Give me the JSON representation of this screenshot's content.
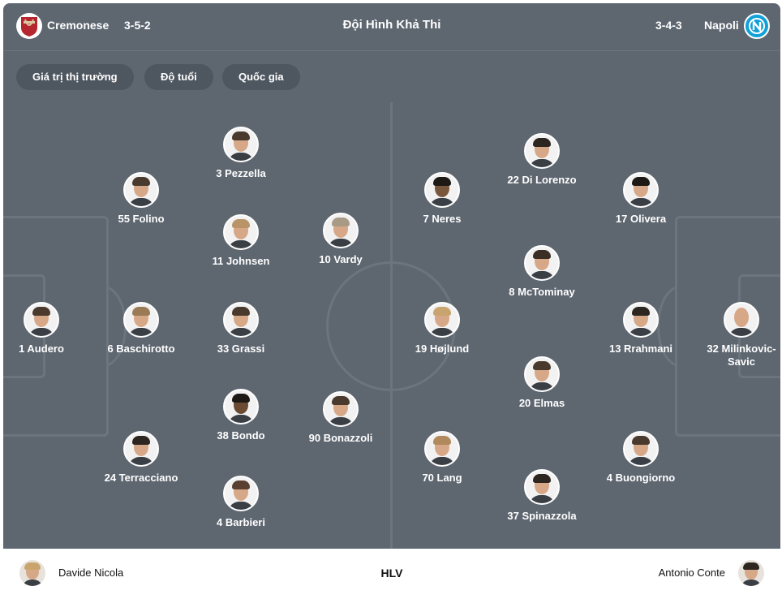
{
  "header": {
    "home_team": "Cremonese",
    "home_formation": "3-5-2",
    "title": "Đội Hình Khả Thi",
    "away_formation": "3-4-3",
    "away_team": "Napoli"
  },
  "filters": [
    "Giá trị thị trường",
    "Độ tuổi",
    "Quốc gia"
  ],
  "home_players": [
    {
      "label": "1 Audero"
    },
    {
      "label": "6 Baschirotto"
    },
    {
      "label": "55 Folino"
    },
    {
      "label": "24 Terracciano"
    },
    {
      "label": "3 Pezzella"
    },
    {
      "label": "11 Johnsen"
    },
    {
      "label": "33 Grassi"
    },
    {
      "label": "38 Bondo"
    },
    {
      "label": "4 Barbieri"
    },
    {
      "label": "10 Vardy"
    },
    {
      "label": "90 Bonazzoli"
    }
  ],
  "away_players": [
    {
      "label": "7 Neres"
    },
    {
      "label": "19 Højlund"
    },
    {
      "label": "70 Lang"
    },
    {
      "label": "22 Di Lorenzo"
    },
    {
      "label": "8 McTominay"
    },
    {
      "label": "20 Elmas"
    },
    {
      "label": "37 Spinazzola"
    },
    {
      "label": "17 Olivera"
    },
    {
      "label": "13 Rrahmani"
    },
    {
      "label": "4 Buongiorno"
    },
    {
      "label": "32 Milinkovic-Savic"
    }
  ],
  "footer": {
    "home_coach": "Davide Nicola",
    "label": "HLV",
    "away_coach": "Antonio Conte"
  }
}
